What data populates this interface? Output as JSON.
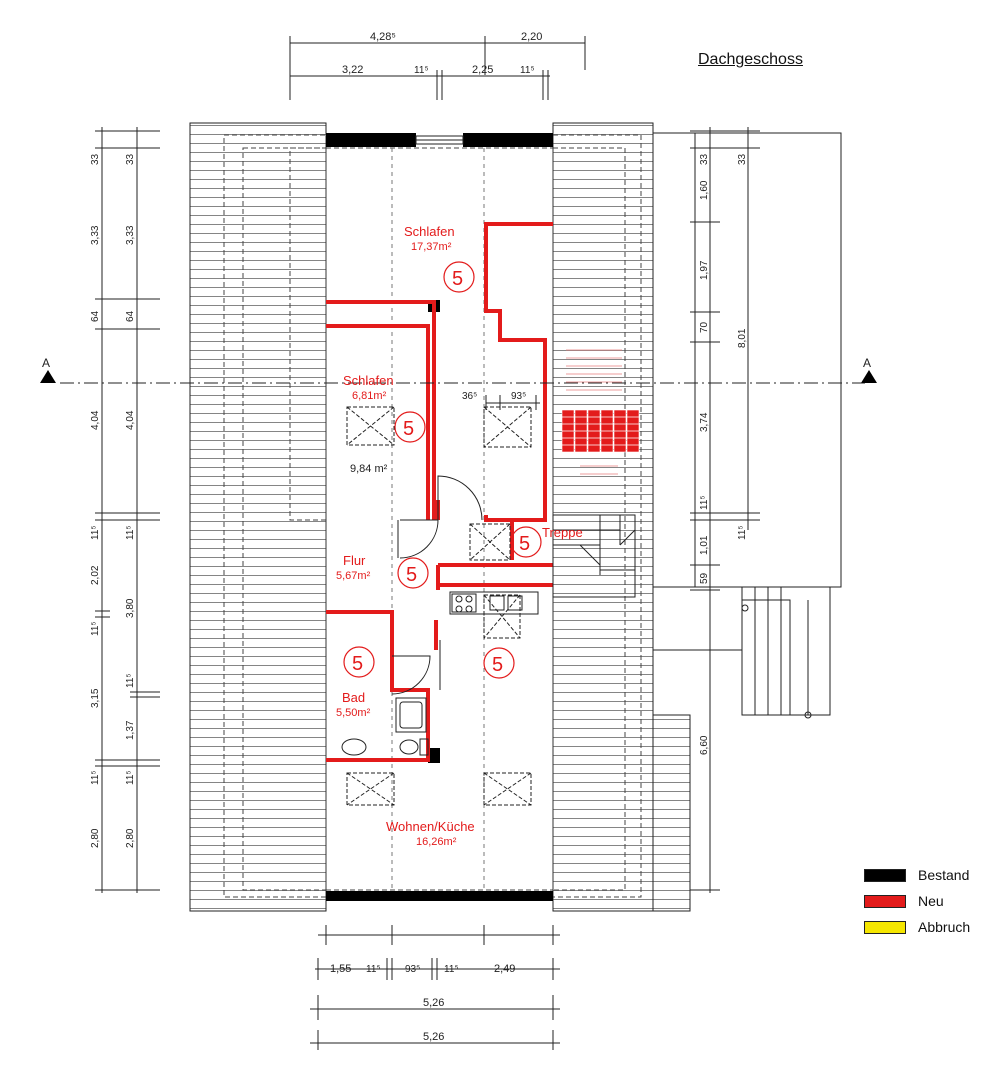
{
  "title": "Dachgeschoss",
  "section_marker": "A",
  "rooms": [
    {
      "name": "Schlafen",
      "area": "17,37m²"
    },
    {
      "name": "Schlafen",
      "area": "6,81m²"
    },
    {
      "name": "Flur",
      "area": "5,67m²"
    },
    {
      "name": "Bad",
      "area": "5,50m²"
    },
    {
      "name": "Wohnen/Küche",
      "area": "16,26m²"
    },
    {
      "name": "Treppe",
      "area": ""
    }
  ],
  "extra_area": "9,84 m²",
  "marker_number": "5",
  "dims_top": [
    "4,28⁵",
    "2,20",
    "3,22",
    "11⁵",
    "2,25",
    "11⁵"
  ],
  "dims_bottom": [
    "1,55",
    "11⁵",
    "93⁵",
    "11⁵",
    "2,49",
    "5,26",
    "5,26"
  ],
  "dims_left_outer": [
    "33",
    "3,33",
    "64",
    "4,04",
    "11⁵",
    "2,02",
    "11⁵",
    "3,15",
    "11⁵",
    "2,80"
  ],
  "dims_left_inner": [
    "33",
    "3,33",
    "64",
    "4,04",
    "11⁵",
    "3,80",
    "11⁵",
    "1,37",
    "11⁵",
    "2,80"
  ],
  "dims_right_inner": [
    "33",
    "1,60",
    "1,97",
    "70",
    "3,74",
    "11⁵",
    "1,01",
    "59",
    "6,60"
  ],
  "dims_right_outer": [
    "33",
    "8,01",
    "11⁵"
  ],
  "dims_inner": [
    "36⁵",
    "93⁵"
  ],
  "legend": [
    {
      "label": "Bestand",
      "color": "#000000"
    },
    {
      "label": "Neu",
      "color": "#e31b1b"
    },
    {
      "label": "Abbruch",
      "color": "#f5e600"
    }
  ],
  "colors": {
    "existing": "#000000",
    "new": "#e31b1b",
    "demolition": "#f5e600"
  }
}
